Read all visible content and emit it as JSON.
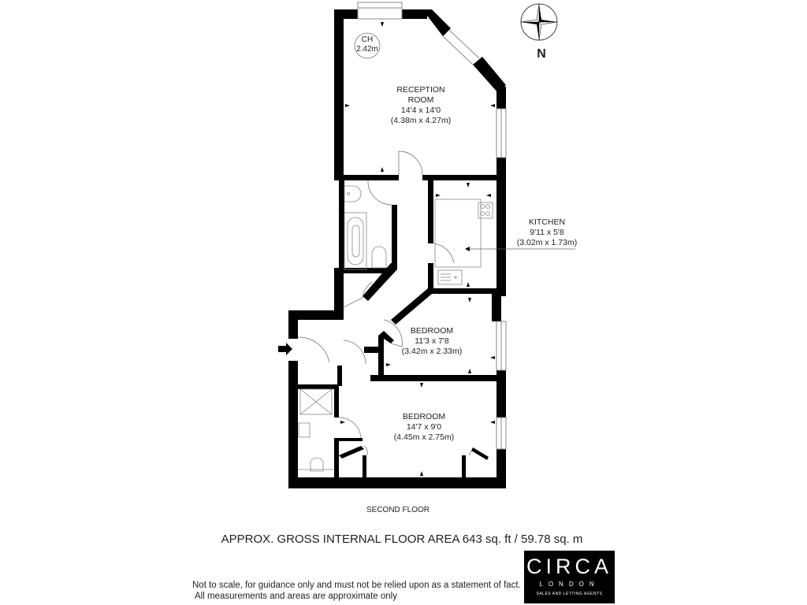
{
  "rooms": [
    {
      "id": "reception",
      "name_lines": [
        "RECEPTION",
        "ROOM"
      ],
      "imperial": "14'4 x 14'0",
      "metric": "(4.38m x 4.27m)"
    },
    {
      "id": "kitchen",
      "name_lines": [
        "KITCHEN"
      ],
      "imperial": "9'11 x 5'8",
      "metric": "(3.02m x 1.73m)"
    },
    {
      "id": "bedroom1",
      "name_lines": [
        "BEDROOM"
      ],
      "imperial": "11'3 x 7'8",
      "metric": "(3.42m x 2.33m)"
    },
    {
      "id": "bedroom2",
      "name_lines": [
        "BEDROOM"
      ],
      "imperial": "14'7 x 9'0",
      "metric": "(4.45m x 2.75m)"
    }
  ],
  "ceiling_height": {
    "label": "CH",
    "value": "2.42m"
  },
  "compass": {
    "label": "N"
  },
  "floor_label": "SECOND FLOOR",
  "area_text": "APPROX. GROSS INTERNAL FLOOR AREA 643 sq. ft  / 59.78 sq. m",
  "disclaimer": [
    "Not to scale, for guidance only and must not be relied upon as a statement of fact.",
    "All measurements and areas are approximate only"
  ],
  "logo": {
    "name": "CIRCA",
    "city": "LONDON",
    "tagline": "SALES AND LETTING AGENTS"
  }
}
